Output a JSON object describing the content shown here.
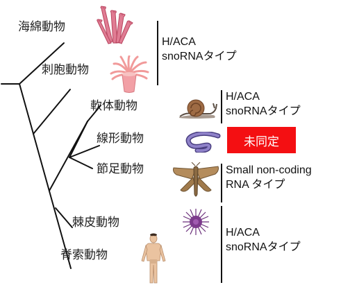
{
  "taxa": {
    "porifera": "海綿動物",
    "cnidaria": "刺胞動物",
    "mollusca": "軟体動物",
    "nematoda": "線形動物",
    "arthropoda": "節足動物",
    "echinodermata": "棘皮動物",
    "chordata": "脊索動物"
  },
  "rna_labels": {
    "sponge_group": [
      "H/ACA",
      "snoRNAタイプ"
    ],
    "mollusc": [
      "H/ACA",
      "snoRNAタイプ"
    ],
    "nematode_undetermined": "未同定",
    "arthropod": [
      "Small non-coding",
      "RNA タイプ"
    ],
    "deuterostome_group": [
      "H/ACA",
      "snoRNAタイプ"
    ]
  },
  "icons": {
    "porifera": "sponge-icon",
    "cnidaria": "sea-anemone-icon",
    "mollusca": "snail-icon",
    "nematoda": "worm-icon",
    "arthropoda": "moth-icon",
    "echinodermata": "sea-urchin-icon",
    "chordata": "human-icon"
  },
  "colors": {
    "undetermined_box": "#f40f12",
    "tree_lines": "#111111"
  }
}
